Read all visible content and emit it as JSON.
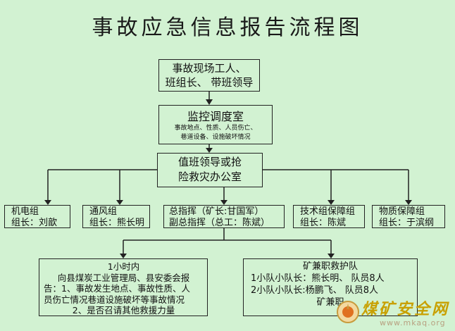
{
  "title": "事故应急信息报告流程图",
  "reporters": {
    "line1": "事故现场工人、",
    "line2": "班组长、 带班领导"
  },
  "dispatch": {
    "title": "监控调度室",
    "detail1": "事故地点、性质、人员伤亡、",
    "detail2": "巷道设备、设施破坏情况"
  },
  "duty": {
    "line1": "值班领导或抢",
    "line2": "险救灾办公室"
  },
  "units": [
    {
      "name": "机电组",
      "leader": "组长：刘歆"
    },
    {
      "name": "通风组",
      "leader": "组长：熊长明"
    },
    {
      "name": "总指挥（矿长:甘国军）",
      "leader": "副总指挥（总工：陈斌）"
    },
    {
      "name": "技术组保障组",
      "leader": "组长：陈斌"
    },
    {
      "name": "物质保障组",
      "leader": "组长：于滨纲"
    }
  ],
  "report_hour": {
    "title": "1小时内",
    "line1": "向县煤炭工业管理局、县安委会报",
    "line2": "告：1、事故发生地点、事故性质、人",
    "line3": "员伤亡情况巷道设施破坏等事故情况",
    "line4": "2、是否召请其他救援力量"
  },
  "rescue": {
    "title": "矿兼职救护队",
    "line1": "1小队小队长：熊长明、 队员8人",
    "line2": "2小队小队长:杨鹏飞、 队员8人",
    "line3": "矿兼职"
  },
  "watermark": {
    "text": "煤矿安全网",
    "url": "www.mkaq.org"
  }
}
